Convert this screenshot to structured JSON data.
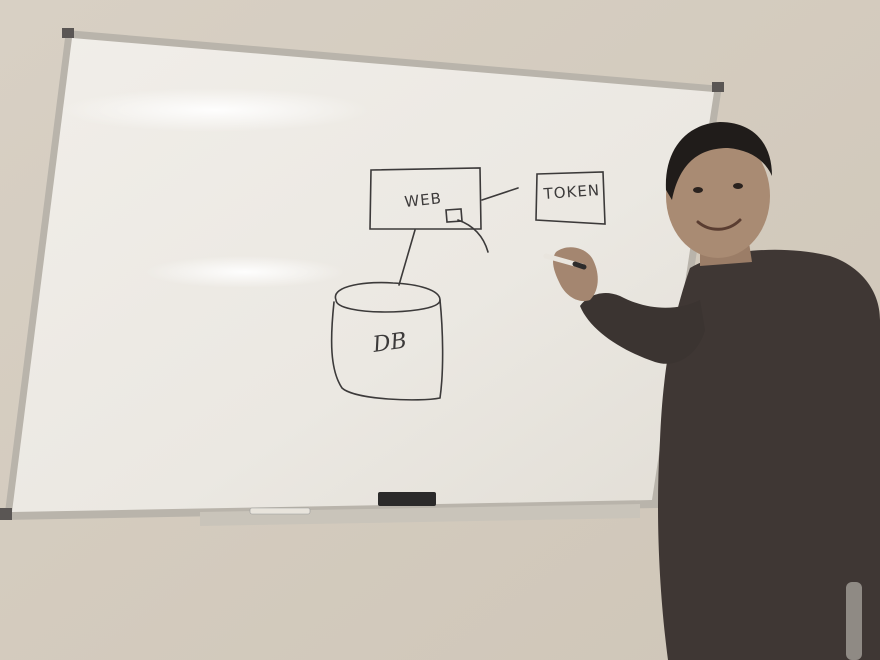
{
  "whiteboard": {
    "diagram": {
      "web_label": "WEB",
      "token_label": "TOKEN",
      "db_label": "DB"
    }
  },
  "colors": {
    "wall": "#d9d2c7",
    "board": "#eeebe5",
    "frame": "#b9b4ab",
    "ink": "#3c3a3a",
    "sweater": "#3f3734",
    "skin": "#a98b73"
  }
}
